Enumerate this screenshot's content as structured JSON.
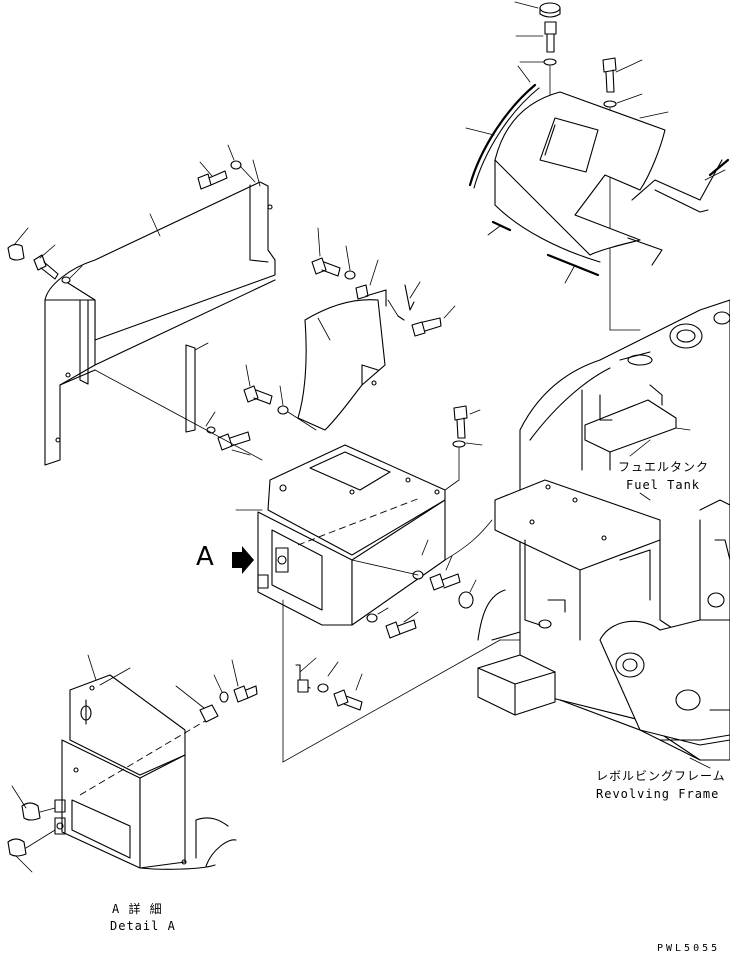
{
  "labels": {
    "fuel_tank_jp": "フュエルタンク",
    "fuel_tank_en": "Fuel Tank",
    "revolving_frame_jp": "レボルビングフレーム",
    "revolving_frame_en": "Revolving Frame",
    "detail_jp": "A 詳 細",
    "detail_en": "Detail A",
    "view_marker": "A",
    "drawing_code": "PWL5055"
  },
  "icons": {
    "view_arrow": "right-arrow-icon"
  },
  "colors": {
    "line": "#000000",
    "background": "#ffffff"
  }
}
